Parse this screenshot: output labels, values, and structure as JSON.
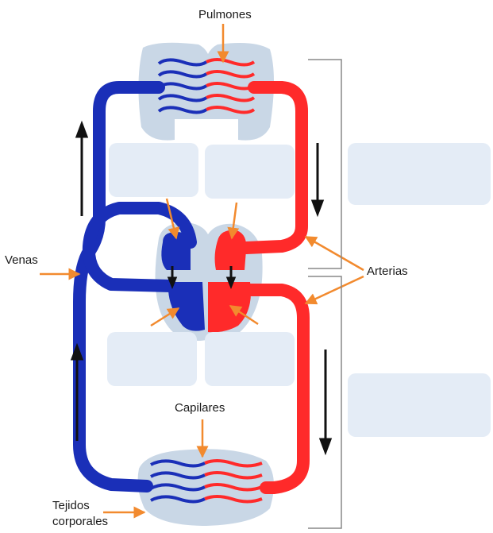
{
  "labels": {
    "lungs": "Pulmones",
    "veins": "Venas",
    "arteries": "Arterias",
    "capillaries": "Capilares",
    "body_tissues_line1": "Tejidos",
    "body_tissues_line2": "corporales"
  },
  "answer_boxes": [
    {
      "id": "left-atrium-top-left",
      "text": ""
    },
    {
      "id": "top-center-right",
      "text": ""
    },
    {
      "id": "pulmonary-circuit",
      "text": ""
    },
    {
      "id": "bottom-center-left",
      "text": ""
    },
    {
      "id": "bottom-center-right",
      "text": ""
    },
    {
      "id": "systemic-circuit",
      "text": ""
    }
  ],
  "colors": {
    "deoxygenated": "#1a2fb8",
    "oxygenated": "#ff2a2a",
    "pointer_arrow": "#f28a2e",
    "organ_fill": "#c9d7e6",
    "answer_box": "#e4ecf6",
    "bracket": "#888888",
    "flow_arrow": "#111111"
  }
}
